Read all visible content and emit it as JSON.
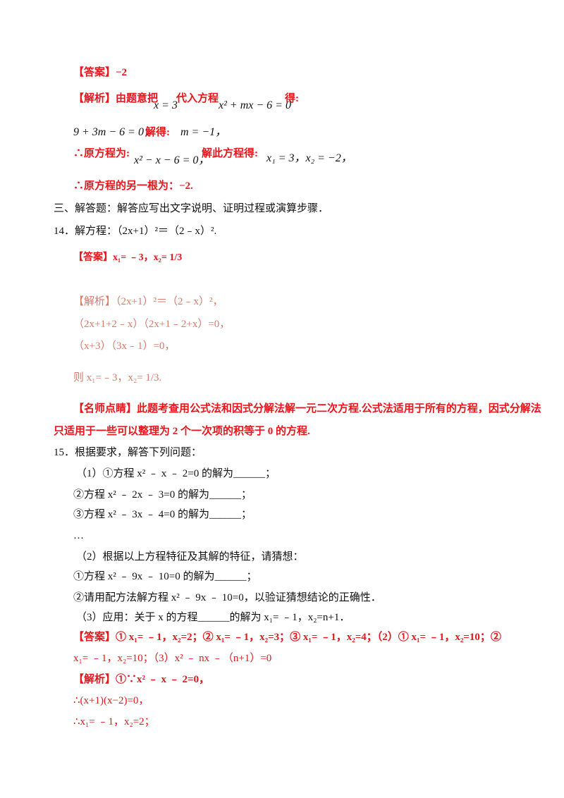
{
  "lines": [
    "【答案】−2",
    "【解析】由题意把",
    "x = 3",
    "代入方程",
    "x² + mx − 6 = 0",
    "得:",
    "9 + 3m − 6 = 0，",
    "解得:",
    "m = −1，",
    "∴原方程为:",
    "x² − x − 6 = 0，",
    "解此方程得:",
    "x₁ = 3，x₂ = −2，",
    "∴原方程的另一根为：−2.",
    "三、解答题：解答应写出文字说明、证明过程或演算步骤．",
    "14．解方程：（2x+1）²＝（2﹣x）².",
    "【答案】x₁= ﹣3，x₂= 1/3",
    "【解析】（2x+1）²＝（2﹣x）²，",
    "（2x+1+2﹣x）（2x+1﹣2+x）=0，",
    "（x+3）（3x﹣1）=0，",
    "则 x₁=﹣3，x₂= 1/3.",
    "【名师点睛】此题考查用公式法和因式分解法解一元二次方程.公式法适用于所有的方程，因式分解法",
    "只适用于一些可以整理为 2 个一次项的积等于 0 的方程.",
    "15．根据要求，解答下列问题：",
    "（1）①方程 x² ﹣ x ﹣ 2=0 的解为______；",
    "②方程 x² ﹣ 2x ﹣ 3=0 的解为______；",
    "③方程 x² ﹣ 3x ﹣ 4=0 的解为______；",
    "…",
    "（2）根据以上方程特征及其解的特征，请猜想：",
    "①方程 x² ﹣ 9x ﹣ 10=0 的解为______；",
    "②请用配方法解方程 x² ﹣ 9x ﹣ 10=0，以验证猜想结论的正确性．",
    "（3）应用：关于 x 的方程______的解为 x₁= ﹣1，x₂=n+1．",
    "【答案】① x₁= ﹣1，x₂=2；② x₁= ﹣1，x₂=3；③ x₁= ﹣1，x₂=4；（2）① x₁= ﹣1，x₂=10；②",
    "x₁= ﹣1，x₂=10；（3）x² ﹣ nx ﹣（n+1）=0",
    "【解析】①∵x² ﹣ x ﹣ 2=0，",
    "∴(x+1)(x−2)=0，",
    "∴x₁= ﹣1，x₂=2；"
  ],
  "colors": {
    "answer_red": "#e8151b",
    "image_red": "#d97a6a",
    "text": "#111111"
  }
}
